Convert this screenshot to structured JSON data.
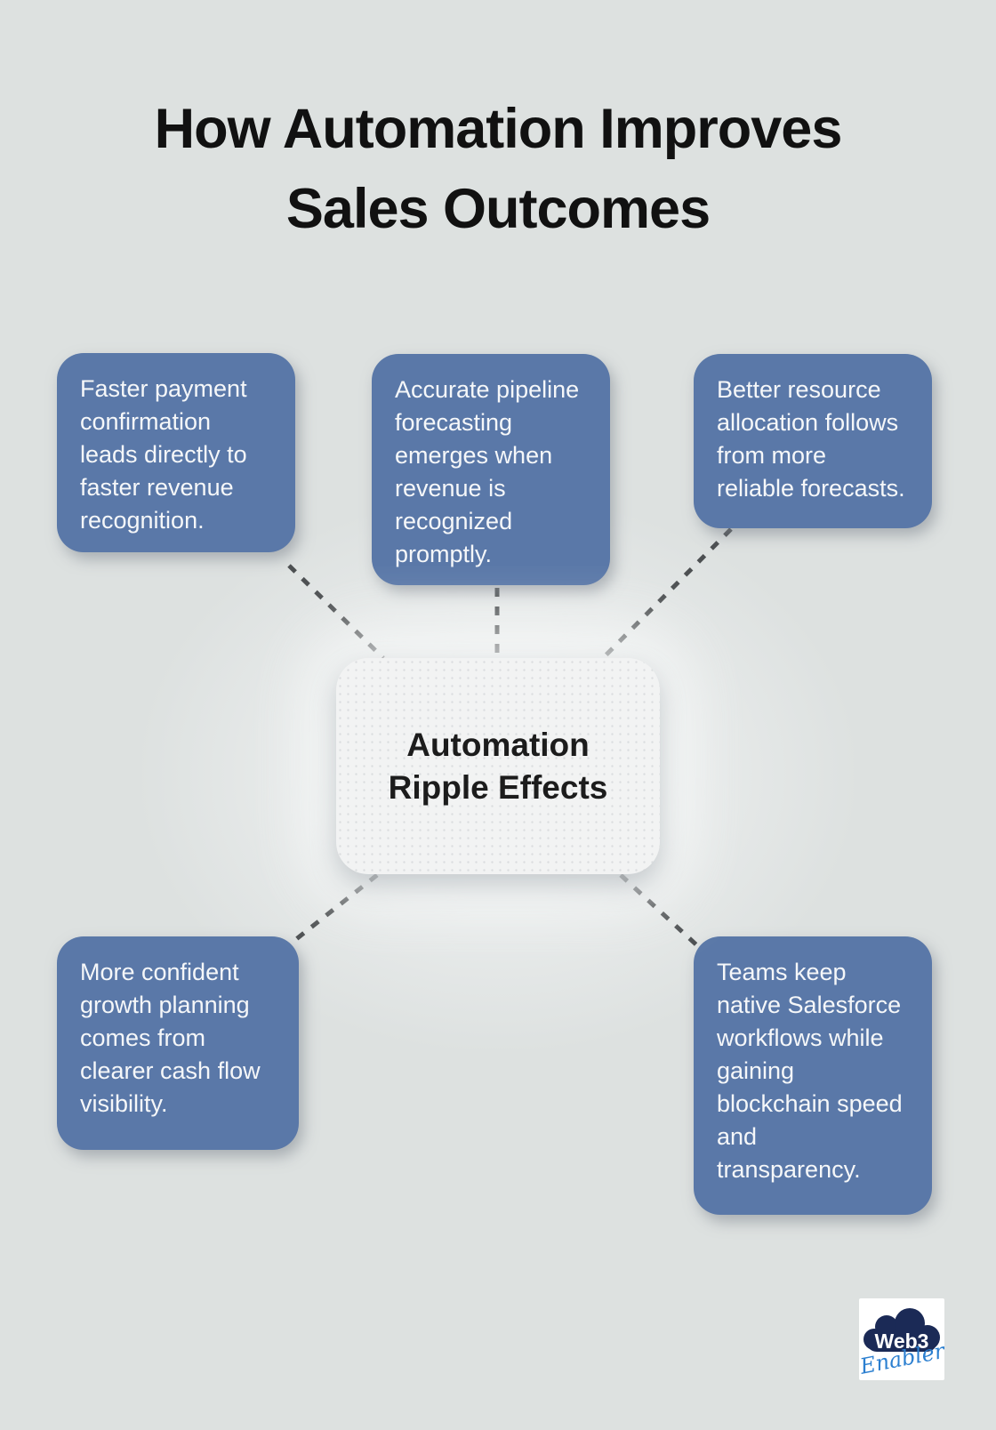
{
  "colors": {
    "background": "#dde1e0",
    "card_blue": "#5a78a8",
    "card_text": "#f5f7f9",
    "center_card_bg": "#f2f3f3",
    "title_text": "#111111",
    "connector": "#4d5052",
    "logo_navy": "#1b2a56",
    "logo_script_blue": "#2b7fd0",
    "logo_bg": "#ffffff"
  },
  "title": {
    "text": "How Automation Improves\nSales Outcomes"
  },
  "center_node": {
    "text": "Automation\nRipple Effects"
  },
  "cards": [
    {
      "name": "faster-payment-confirmation",
      "text": "Faster payment\nconfirmation\nleads directly to\nfaster revenue\nrecognition."
    },
    {
      "name": "accurate-pipeline-forecasting",
      "text": "Accurate pipeline\nforecasting\nemerges when\nrevenue is\nrecognized\npromptly."
    },
    {
      "name": "better-resource-allocation",
      "text": "Better resource\nallocation follows\nfrom more\nreliable forecasts."
    },
    {
      "name": "confident-growth-planning",
      "text": "More confident\ngrowth planning\ncomes from\nclearer cash flow\nvisibility."
    },
    {
      "name": "salesforce-workflows",
      "text": "Teams keep\nnative Salesforce\nworkflows while\ngaining\nblockchain speed\nand\ntransparency."
    }
  ],
  "logo": {
    "brand_top": "Web3",
    "brand_bottom": "Enabler"
  }
}
